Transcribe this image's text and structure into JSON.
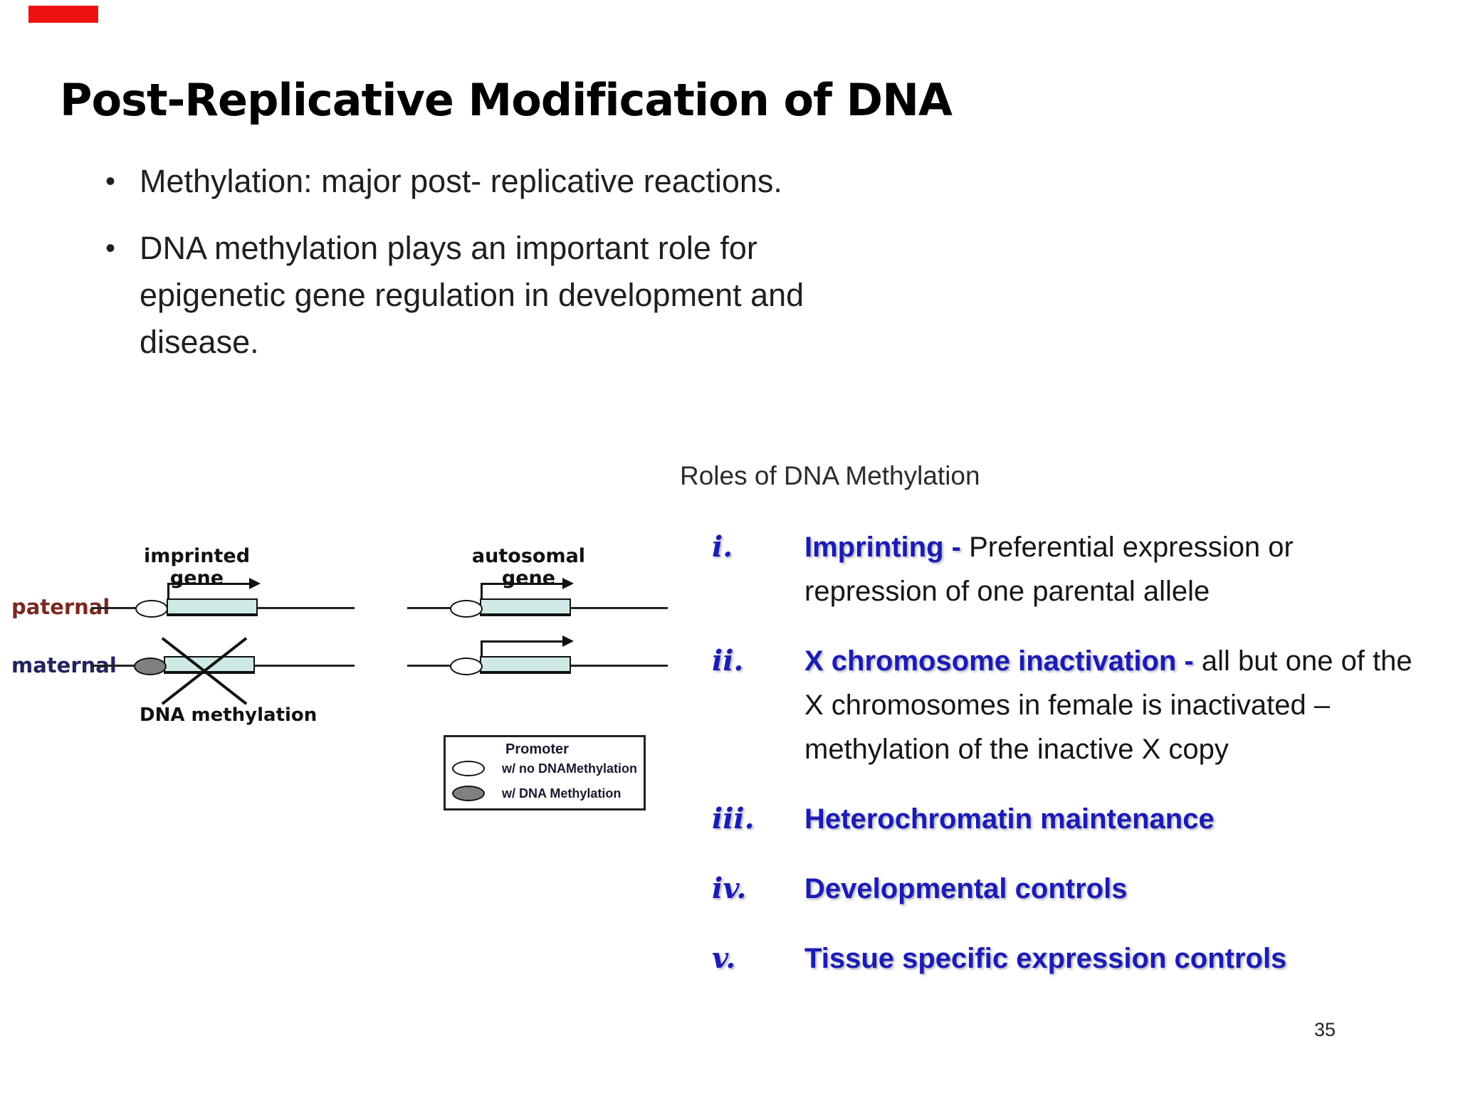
{
  "slide": {
    "accent_color": "#ee1111",
    "title": "Post-Replicative Modification of DNA",
    "bullets": [
      "Methylation: major post- replicative reactions.",
      "DNA methylation plays an important role for epigenetic gene regulation in development and disease."
    ],
    "bullet_glyph": "•",
    "roles_heading": "Roles of DNA Methylation",
    "roles": [
      {
        "num": "i.",
        "title": "Imprinting - ",
        "desc": "Preferential expression or repression of one parental allele"
      },
      {
        "num": "ii.",
        "title": "X chromosome inactivation - ",
        "desc": "all but one of the X chromosomes in female is inactivated – methylation of the inactive X copy"
      },
      {
        "num": "iii.",
        "title": "Heterochromatin maintenance",
        "desc": ""
      },
      {
        "num": "iv.",
        "title": "Developmental controls",
        "desc": ""
      },
      {
        "num": "v.",
        "title": "Tissue specific expression controls",
        "desc": ""
      }
    ],
    "accent_blue": "#1b1bb5",
    "page_number": "35",
    "diagram": {
      "column1_header": "imprinted gene",
      "column2_header": "autosomal gene",
      "row1_label": "paternal",
      "row1_color": "#7b2820",
      "row2_label": "maternal",
      "row2_color": "#232360",
      "crossed_label": "DNA methylation",
      "gene_box_fill": "#cfeae6",
      "legend": {
        "title": "Promoter",
        "row_no_methylation": "w/ no DNAMethylation",
        "row_methylation": "w/ DNA Methylation"
      }
    }
  }
}
